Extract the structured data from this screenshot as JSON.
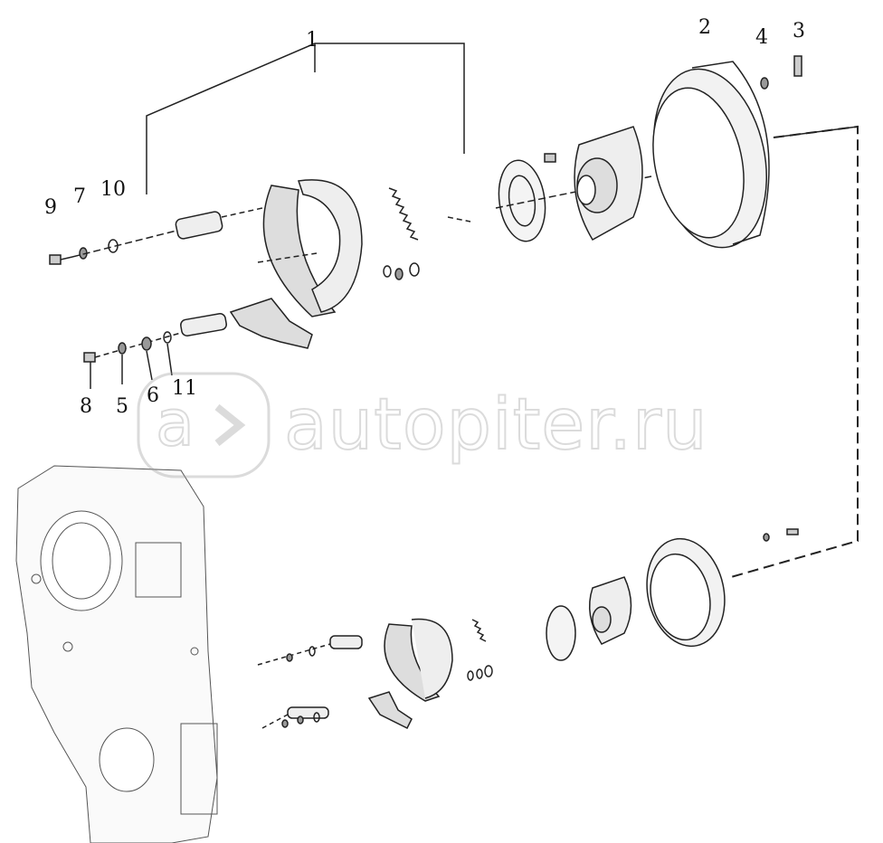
{
  "diagram": {
    "title": "Parking brake assembly exploded view",
    "callouts": [
      {
        "id": "1",
        "label": "1"
      },
      {
        "id": "2",
        "label": "2"
      },
      {
        "id": "3",
        "label": "3"
      },
      {
        "id": "4",
        "label": "4"
      },
      {
        "id": "5",
        "label": "5"
      },
      {
        "id": "6",
        "label": "6"
      },
      {
        "id": "7",
        "label": "7"
      },
      {
        "id": "8",
        "label": "8"
      },
      {
        "id": "9",
        "label": "9"
      },
      {
        "id": "10",
        "label": "10"
      },
      {
        "id": "11",
        "label": "11"
      }
    ]
  },
  "watermark": {
    "text": "autopiter.ru"
  },
  "colors": {
    "line": "#222222",
    "fill": "#ffffff",
    "shade": "#bbbbbb"
  }
}
